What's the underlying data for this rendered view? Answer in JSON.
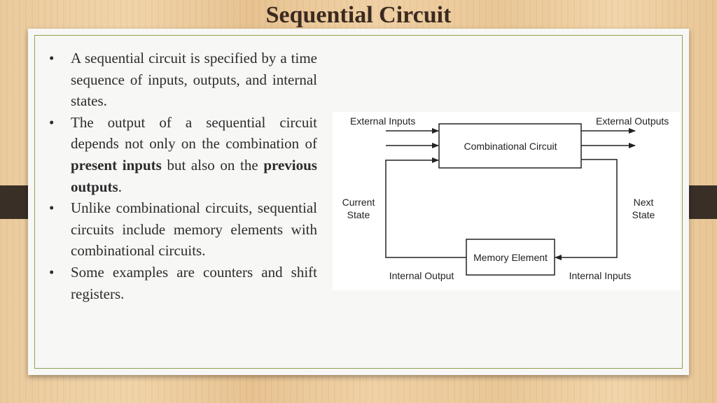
{
  "slide": {
    "title": "Sequential Circuit",
    "bullet_marker": "•",
    "bullets": [
      {
        "parts": [
          {
            "text": "A sequential circuit is specified by a time sequence of inputs, outputs, and internal states.",
            "bold": false
          }
        ]
      },
      {
        "parts": [
          {
            "text": "The output of a sequential circuit depends not only on the combination of ",
            "bold": false
          },
          {
            "text": "present inputs",
            "bold": true
          },
          {
            "text": " but also on the ",
            "bold": false
          },
          {
            "text": "previous outputs",
            "bold": true
          },
          {
            "text": ".",
            "bold": false
          }
        ]
      },
      {
        "parts": [
          {
            "text": "Unlike combinational circuits, sequential circuits include memory elements with combinational circuits.",
            "bold": false
          }
        ]
      },
      {
        "parts": [
          {
            "text": "Some examples are counters and shift registers.",
            "bold": false
          }
        ]
      }
    ]
  },
  "diagram": {
    "labels": {
      "external_inputs": "External Inputs",
      "external_outputs": "External Outputs",
      "combinational_circuit": "Combinational Circuit",
      "current_state_line1": "Current",
      "current_state_line2": "State",
      "next_state_line1": "Next",
      "next_state_line2": "State",
      "memory_element": "Memory Element",
      "internal_output": "Internal Output",
      "internal_inputs": "Internal Inputs"
    }
  },
  "colors": {
    "title": "#3b2a20",
    "panel_border": "#8ea14c",
    "side_band": "#3a2f27",
    "text": "#2c2c2c"
  }
}
